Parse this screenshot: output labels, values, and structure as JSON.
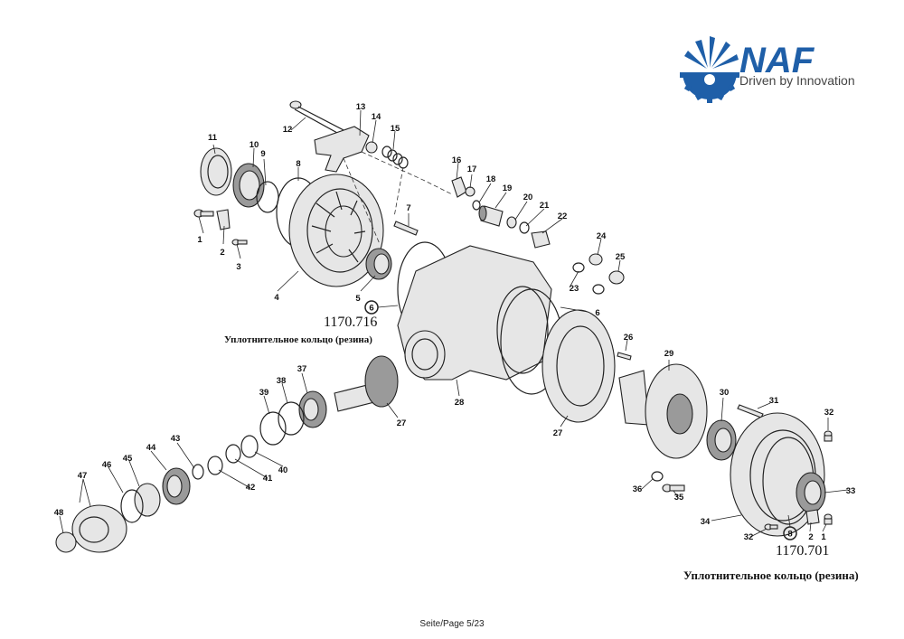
{
  "brand": {
    "name": "NAF",
    "tagline": "Driven by Innovation",
    "color": "#1f5fa8"
  },
  "references": {
    "upper": {
      "circle_num": "6",
      "code": "1170.716",
      "caption": "Уплотнительное кольцо (резина)"
    },
    "lower": {
      "circle_num": "8",
      "code": "1170.701",
      "caption": "Уплотнительное кольцо (резина)"
    }
  },
  "callouts": [
    "1",
    "2",
    "3",
    "4",
    "5",
    "7",
    "8",
    "9",
    "10",
    "11",
    "12",
    "13",
    "14",
    "15",
    "16",
    "17",
    "18",
    "19",
    "20",
    "21",
    "22",
    "23",
    "23",
    "24",
    "25",
    "6",
    "26",
    "27",
    "27",
    "28",
    "29",
    "30",
    "31",
    "32",
    "32",
    "33",
    "34",
    "35",
    "36",
    "37",
    "38",
    "39",
    "40",
    "41",
    "42",
    "43",
    "44",
    "45",
    "46",
    "47",
    "48",
    "2",
    "1"
  ],
  "footer": {
    "page": "Seite/Page 5/23"
  }
}
